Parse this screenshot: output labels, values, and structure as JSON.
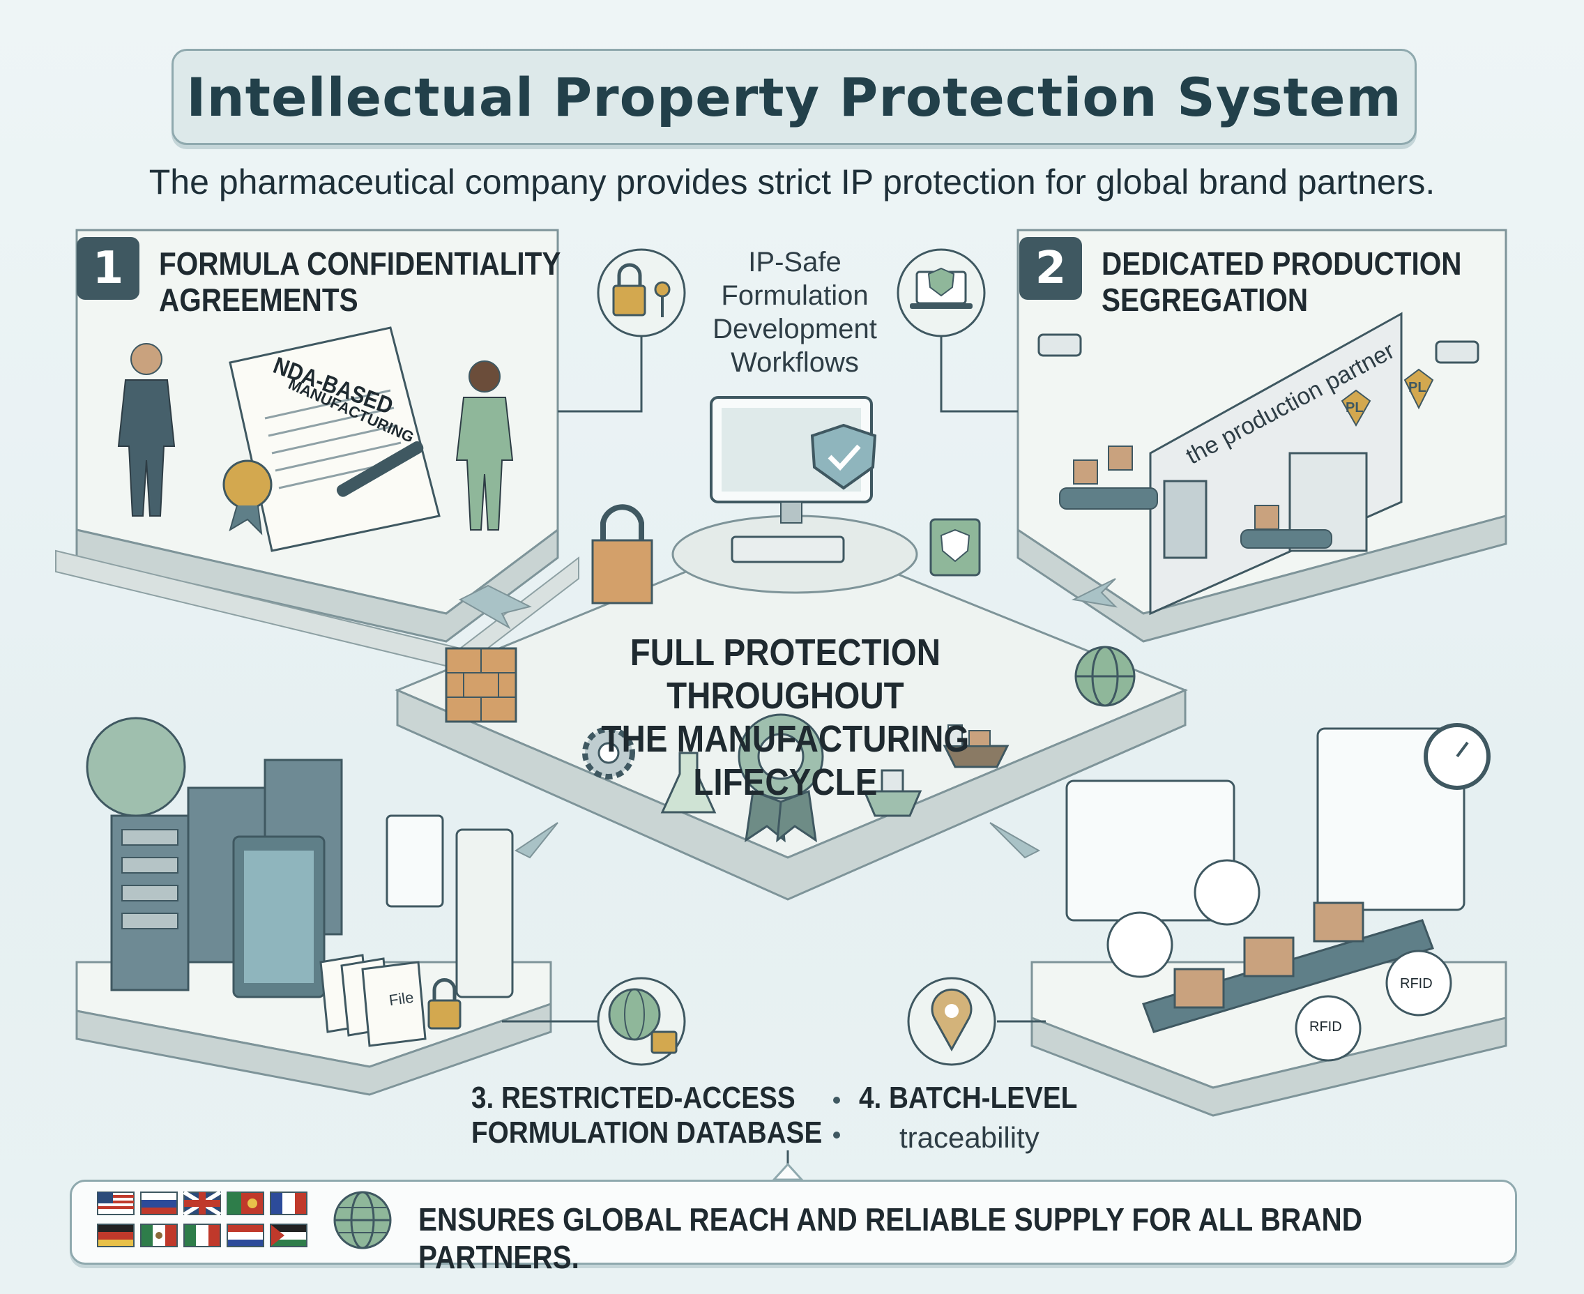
{
  "title": "Intellectual Property Protection System",
  "subtitle": "The pharmaceutical company provides strict IP protection for global brand partners.",
  "panel1": {
    "number": "1",
    "heading_line1": "FORMULA CONFIDENTIALITY",
    "heading_line2": "AGREEMENTS",
    "doc_line1": "NDA-BASED",
    "doc_line2": "MANUFACTURING"
  },
  "panel2": {
    "number": "2",
    "heading_line1": "DEDICATED PRODUCTION",
    "heading_line2": "SEGREGATION",
    "wall_text": "the production partner",
    "badge_text": "PL"
  },
  "center": {
    "ip_safe_lines": [
      "IP-Safe",
      "Formulation",
      "Development",
      "Workflows"
    ],
    "title_line1": "FULL PROTECTION THROUGHOUT",
    "title_line2": "THE MANUFACTURING LIFECYCLE"
  },
  "panel3": {
    "label_line1": "3. RESTRICTED-ACCESS",
    "label_line2": "FORMULATION DATABASE",
    "file_label": "File"
  },
  "panel4": {
    "label_line1": "4. BATCH-LEVEL",
    "label_line2": "traceability",
    "rfid_label": "RFID"
  },
  "footer": {
    "text": "ENSURES GLOBAL REACH AND RELIABLE SUPPLY FOR ALL BRAND PARTNERS."
  },
  "colors": {
    "accent": "#3f5861",
    "panel": "#f4f7f6",
    "green": "#8fb79a",
    "gold": "#d3a84f"
  },
  "icons": [
    "lock-key-icon",
    "shield-laptop-icon",
    "globe-icon",
    "globe-lock-icon",
    "location-pin-icon",
    "brick-wall-icon",
    "gear-icon",
    "flask-icon",
    "award-ribbon-icon",
    "ship-icon",
    "cargo-ship-icon",
    "padlock-icon",
    "shield-check-icon",
    "camera-icon",
    "stopwatch-icon",
    "qr-code-icon"
  ]
}
